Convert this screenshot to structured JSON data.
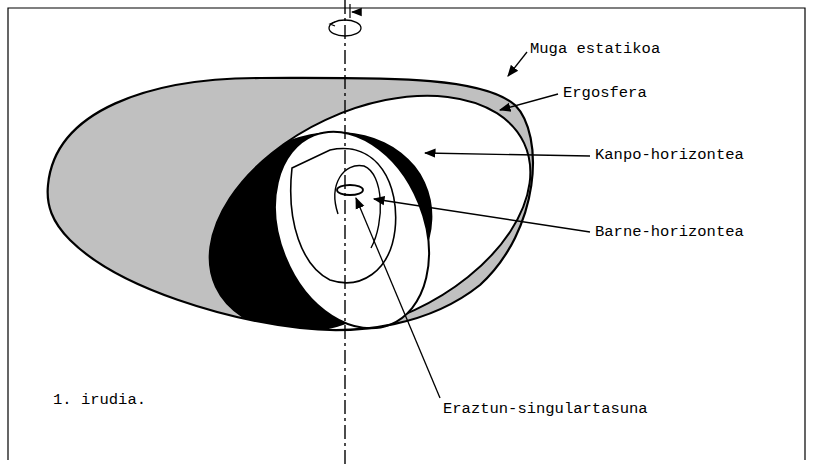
{
  "diagram": {
    "caption": "1. irudia.",
    "labels": [
      "Muga estatikoa",
      "Ergosfera",
      "Kanpo-horizontea",
      "Barne-horizontea",
      "Eraztun-singulartasuna"
    ]
  }
}
